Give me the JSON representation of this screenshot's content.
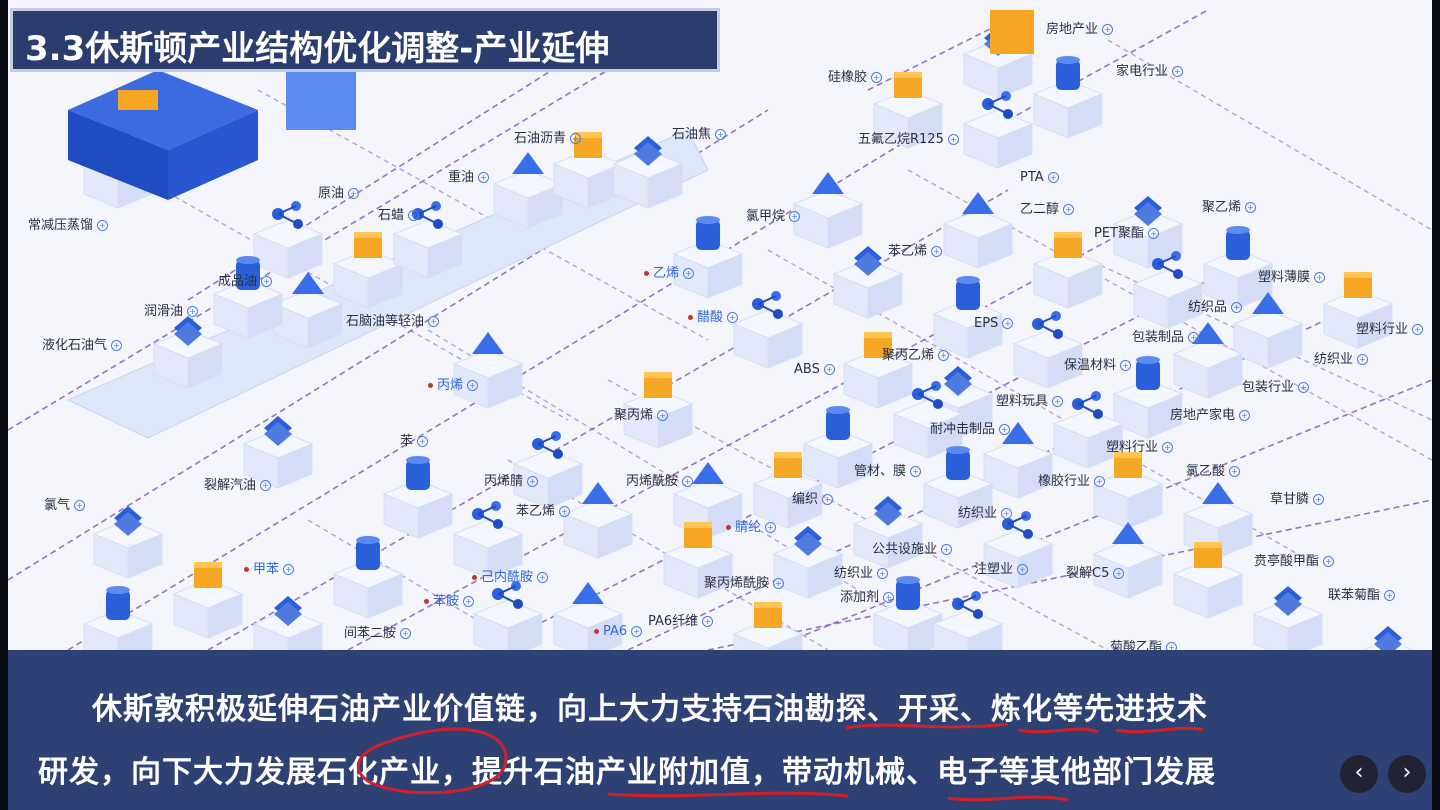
{
  "slide_title": "3.3休斯顿产业结构优化调整-产业延伸",
  "nodes": [
    {
      "label": "房地产业",
      "blue": false
    },
    {
      "label": "家电行业",
      "blue": false
    },
    {
      "label": "硅橡胶",
      "blue": false
    },
    {
      "label": "五氟乙烷R125",
      "blue": false
    },
    {
      "label": "石油沥青",
      "blue": false
    },
    {
      "label": "石油焦",
      "blue": false
    },
    {
      "label": "重油",
      "blue": false
    },
    {
      "label": "原油",
      "blue": false
    },
    {
      "label": "石蜡",
      "blue": false
    },
    {
      "label": "常减压蒸馏",
      "blue": false
    },
    {
      "label": "成品油",
      "blue": false
    },
    {
      "label": "润滑油",
      "blue": false
    },
    {
      "label": "液化石油气",
      "blue": false
    },
    {
      "label": "石脑油等轻油",
      "blue": false
    },
    {
      "label": "氯甲烷",
      "blue": false
    },
    {
      "label": "PTA",
      "blue": false
    },
    {
      "label": "乙二醇",
      "blue": false
    },
    {
      "label": "PET聚酯",
      "blue": false
    },
    {
      "label": "聚乙烯",
      "blue": false
    },
    {
      "label": "乙烯",
      "blue": true
    },
    {
      "label": "苯乙烯",
      "blue": false
    },
    {
      "label": "塑料薄膜",
      "blue": false
    },
    {
      "label": "纺织品",
      "blue": false
    },
    {
      "label": "醋酸",
      "blue": true
    },
    {
      "label": "EPS",
      "blue": false
    },
    {
      "label": "包装制品",
      "blue": false
    },
    {
      "label": "塑料行业",
      "blue": false
    },
    {
      "label": "纺织业",
      "blue": false
    },
    {
      "label": "聚丙乙烯",
      "blue": false
    },
    {
      "label": "保温材料",
      "blue": false
    },
    {
      "label": "包装行业",
      "blue": false
    },
    {
      "label": "丙烯",
      "blue": true
    },
    {
      "label": "ABS",
      "blue": false
    },
    {
      "label": "塑料玩具",
      "blue": false
    },
    {
      "label": "房地产家电",
      "blue": false
    },
    {
      "label": "聚丙烯",
      "blue": false
    },
    {
      "label": "耐冲击制品",
      "blue": false
    },
    {
      "label": "塑料行业",
      "blue": false
    },
    {
      "label": "苯",
      "blue": false
    },
    {
      "label": "裂解汽油",
      "blue": false
    },
    {
      "label": "丙烯腈",
      "blue": false
    },
    {
      "label": "丙烯酰胺",
      "blue": false
    },
    {
      "label": "管材、膜",
      "blue": false
    },
    {
      "label": "橡胶行业",
      "blue": false
    },
    {
      "label": "氯乙酸",
      "blue": false
    },
    {
      "label": "氯气",
      "blue": false
    },
    {
      "label": "编织",
      "blue": false
    },
    {
      "label": "草甘膦",
      "blue": false
    },
    {
      "label": "苯乙烯",
      "blue": false
    },
    {
      "label": "腈纶",
      "blue": true
    },
    {
      "label": "纺织业",
      "blue": false
    },
    {
      "label": "公共设施业",
      "blue": false
    },
    {
      "label": "甲苯",
      "blue": true
    },
    {
      "label": "己内酰胺",
      "blue": true
    },
    {
      "label": "注塑业",
      "blue": false
    },
    {
      "label": "裂解C5",
      "blue": false
    },
    {
      "label": "聚丙烯酰胺",
      "blue": false
    },
    {
      "label": "纺织业",
      "blue": false
    },
    {
      "label": "苯胺",
      "blue": true
    },
    {
      "label": "贲亭酸甲酯",
      "blue": false
    },
    {
      "label": "PA6纤维",
      "blue": false
    },
    {
      "label": "添加剂",
      "blue": false
    },
    {
      "label": "联苯菊酯",
      "blue": false
    },
    {
      "label": "间苯二胺",
      "blue": false
    },
    {
      "label": "PA6",
      "blue": true
    },
    {
      "label": "菊酸乙酯",
      "blue": false
    }
  ],
  "caption": {
    "line1": "休斯敦积极延伸石油产业价值链，向上大力支持石油勘探、开采、炼化等先进技术",
    "line2": "研发，向下大力发展石化产业，提升石油产业附加值，带动机械、电子等其他部门发展"
  },
  "nav": {
    "prev": "‹",
    "next": "›"
  },
  "colors": {
    "title_bg": "#2b3c6e",
    "caption_bg": "#2e4174",
    "accent_blue": "#2f69d8",
    "annotation_red": "#d0202a"
  }
}
